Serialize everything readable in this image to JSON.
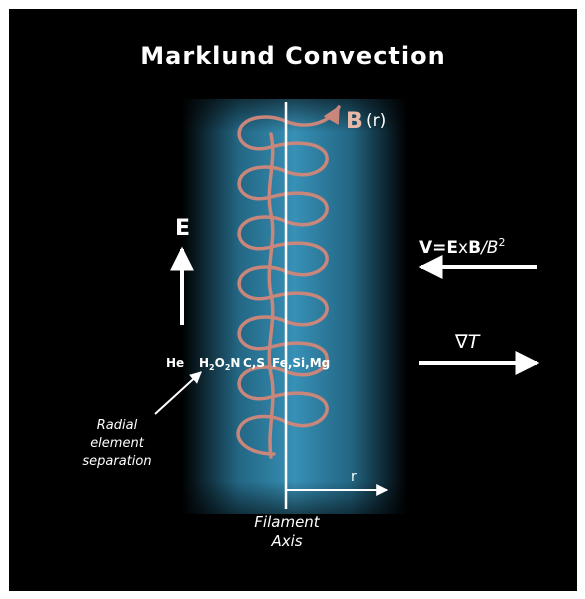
{
  "title": "Marklund Convection",
  "labels": {
    "b_field_symbol": "B",
    "b_field_arg": "(r)",
    "e_field": "E",
    "velocity_prefix": "V",
    "velocity_eq": "=",
    "velocity_E": "E",
    "velocity_x": "x",
    "velocity_B": "B",
    "velocity_slash_B": "/B",
    "velocity_exp": "2",
    "gradient": "∇T",
    "element_he": "He",
    "element_h": "H",
    "element_h_sub": "2",
    "element_o": "O",
    "element_o_sub": "2",
    "element_n": "N",
    "element_cs": "C,S",
    "element_fe": "Fe,Si,Mg",
    "radial_line1": "Radial",
    "radial_line2": "element",
    "radial_line3": "separation",
    "r_axis": "r",
    "axis_line1": "Filament",
    "axis_line2": "Axis"
  },
  "colors": {
    "background": "#000000",
    "filament_glow": "#2f89b0",
    "helix": "#c9867a",
    "b_symbol": "#e8b8a8",
    "text": "#ffffff"
  },
  "icons": [
    "up-arrow-icon",
    "left-arrow-icon",
    "right-arrow-icon",
    "radial-pointer-arrow-icon",
    "r-axis-arrow-icon"
  ]
}
